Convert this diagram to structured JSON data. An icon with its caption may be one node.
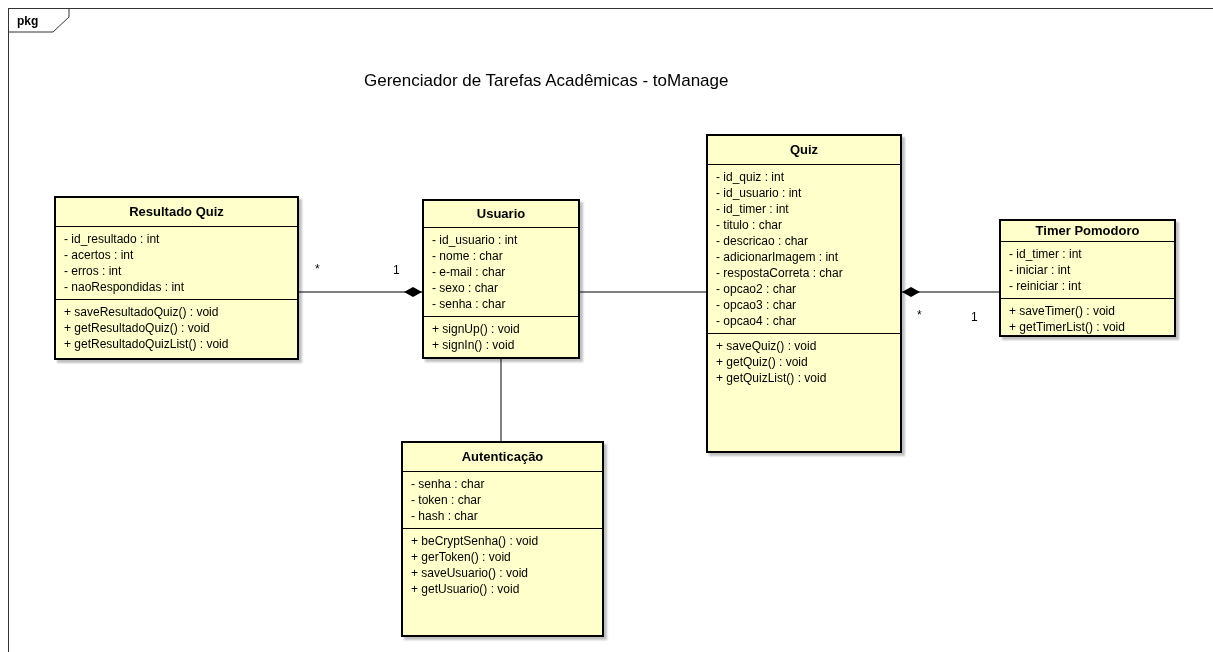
{
  "diagram": {
    "title": "Gerenciador de Tarefas Acadêmicas - toManage",
    "nodes": [
      {
        "text": [
          "pkg"
        ]
      },
      {
        "text": [
          "Resultado Quiz"
        ],
        "in": 0
      },
      {
        "text": [
          "- id_resultado : int",
          "- acertos : int",
          "- erros : int",
          "- naoRespondidas : int"
        ],
        "in": 1
      },
      {
        "text": [
          "+ saveResultadoQuiz() : void",
          "+ getResultadoQuiz() : void",
          "+ getResultadoQuizList() : void"
        ],
        "in": 1
      },
      {
        "text": [
          "Usuario"
        ],
        "in": 0
      },
      {
        "text": [
          "- id_usuario : int",
          "- nome : char",
          "- e-mail : char",
          "- sexo : char",
          "- senha : char"
        ],
        "in": 4
      },
      {
        "text": [
          "+ signUp() : void",
          "+ signIn() : void"
        ],
        "in": 4
      },
      {
        "text": [
          "Quiz"
        ],
        "in": 0
      },
      {
        "text": [
          "- id_quiz : int",
          "- id_usuario : int",
          "- id_timer : int",
          "- titulo : char",
          "- descricao : char",
          "- adicionarImagem : int",
          "- respostaCorreta : char",
          "- opcao2 : char",
          "- opcao3 : char",
          "- opcao4 : char"
        ],
        "in": 7
      },
      {
        "text": [
          "+ saveQuiz() : void",
          "+ getQuiz() : void",
          "+ getQuizList() : void"
        ],
        "in": 7
      },
      {
        "text": [
          "Timer Pomodoro"
        ],
        "in": 0
      },
      {
        "text": [
          "- id_timer : int",
          "- iniciar : int",
          "- reiniciar : int"
        ],
        "in": 10
      },
      {
        "text": [
          "+ saveTimer() : void",
          "+ getTimerList() : void"
        ],
        "in": 10
      },
      {
        "text": [
          "Autenticação"
        ],
        "in": 0
      },
      {
        "text": [
          "- senha : char",
          "- token : char",
          "- hash : char"
        ],
        "in": 13
      },
      {
        "text": [
          "+ beCryptSenha() : void",
          "+ gerToken() : void",
          "+ saveUsuario() : void",
          "+ getUsuario() : void"
        ],
        "in": 13
      }
    ],
    "edges": [
      {
        "from": 1,
        "to": 4,
        "arrow": "other"
      },
      {
        "from": 4,
        "to": 7,
        "arrow": "none"
      },
      {
        "from": 4,
        "to": 13,
        "arrow": "none"
      },
      {
        "from": 10,
        "to": 7,
        "arrow": "other"
      }
    ],
    "labels": [
      "*",
      "1",
      "*",
      "1"
    ]
  }
}
